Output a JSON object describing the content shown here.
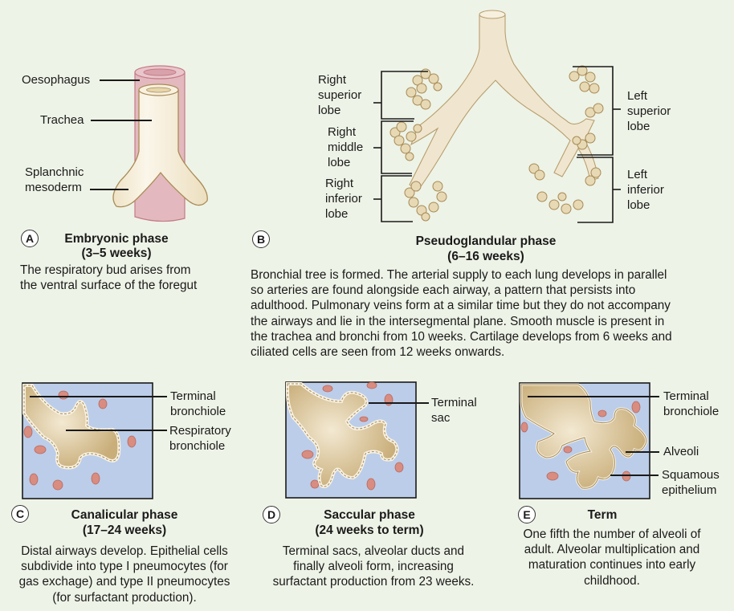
{
  "colors": {
    "background": "#eef3e7",
    "oesophagus": "#e3b9bf",
    "trachea": "#f5edd9",
    "airway_tan": "#d8c4a0",
    "tissue_blue": "#bccde9",
    "blood_cell": "#d98c80",
    "line": "#1a1a1a"
  },
  "panels": {
    "a": {
      "badge": "A",
      "title": "Embryonic phase",
      "subtitle": "(3–5 weeks)",
      "description": [
        "The respiratory bud arises from",
        "the ventral surface of the foregut"
      ],
      "labels": {
        "oesophagus": "Oesophagus",
        "trachea": "Trachea",
        "splanchnic_1": "Splanchnic",
        "splanchnic_2": "mesoderm"
      }
    },
    "b": {
      "badge": "B",
      "title": "Pseudoglandular phase",
      "subtitle": "(6–16 weeks)",
      "description": [
        "Bronchial tree is formed. The arterial supply to each lung develops in parallel",
        "so arteries are found alongside each airway, a pattern that persists into",
        "adulthood. Pulmonary veins form at a similar time but they do not accompany",
        "the airways and lie in the intersegmental plane. Smooth muscle is present in",
        "the trachea and bronchi from 10 weeks. Cartilage develops from 6 weeks and",
        "ciliated cells are seen from 12 weeks onwards."
      ],
      "labels": {
        "right_superior": [
          "Right",
          "superior",
          "lobe"
        ],
        "right_middle": [
          "Right",
          "middle",
          "lobe"
        ],
        "right_inferior": [
          "Right",
          "inferior",
          "lobe"
        ],
        "left_superior": [
          "Left",
          "superior",
          "lobe"
        ],
        "left_inferior": [
          "Left",
          "inferior",
          "lobe"
        ]
      }
    },
    "c": {
      "badge": "C",
      "title": "Canalicular phase",
      "subtitle": "(17–24 weeks)",
      "description": [
        "Distal airways develop. Epithelial cells",
        "subdivide into type I pneumocytes (for",
        "gas exchage) and type II pneumocytes",
        "(for surfactant production)."
      ],
      "labels": {
        "terminal": [
          "Terminal",
          "bronchiole"
        ],
        "respiratory": [
          "Respiratory",
          "bronchiole"
        ]
      }
    },
    "d": {
      "badge": "D",
      "title": "Saccular phase",
      "subtitle": "(24 weeks to term)",
      "description": [
        "Terminal sacs, alveolar ducts and",
        "finally alveoli form, increasing",
        "surfactant production from 23 weeks."
      ],
      "labels": {
        "terminal_sac": [
          "Terminal",
          "sac"
        ]
      }
    },
    "e": {
      "badge": "E",
      "title": "Term",
      "description": [
        "One fifth the number of alveoli of",
        "adult. Alveolar multiplication and",
        "maturation continues into early",
        "childhood."
      ],
      "labels": {
        "terminal": [
          "Terminal",
          "bronchiole"
        ],
        "alveoli": "Alveoli",
        "squamous": [
          "Squamous",
          "epithelium"
        ]
      }
    }
  }
}
